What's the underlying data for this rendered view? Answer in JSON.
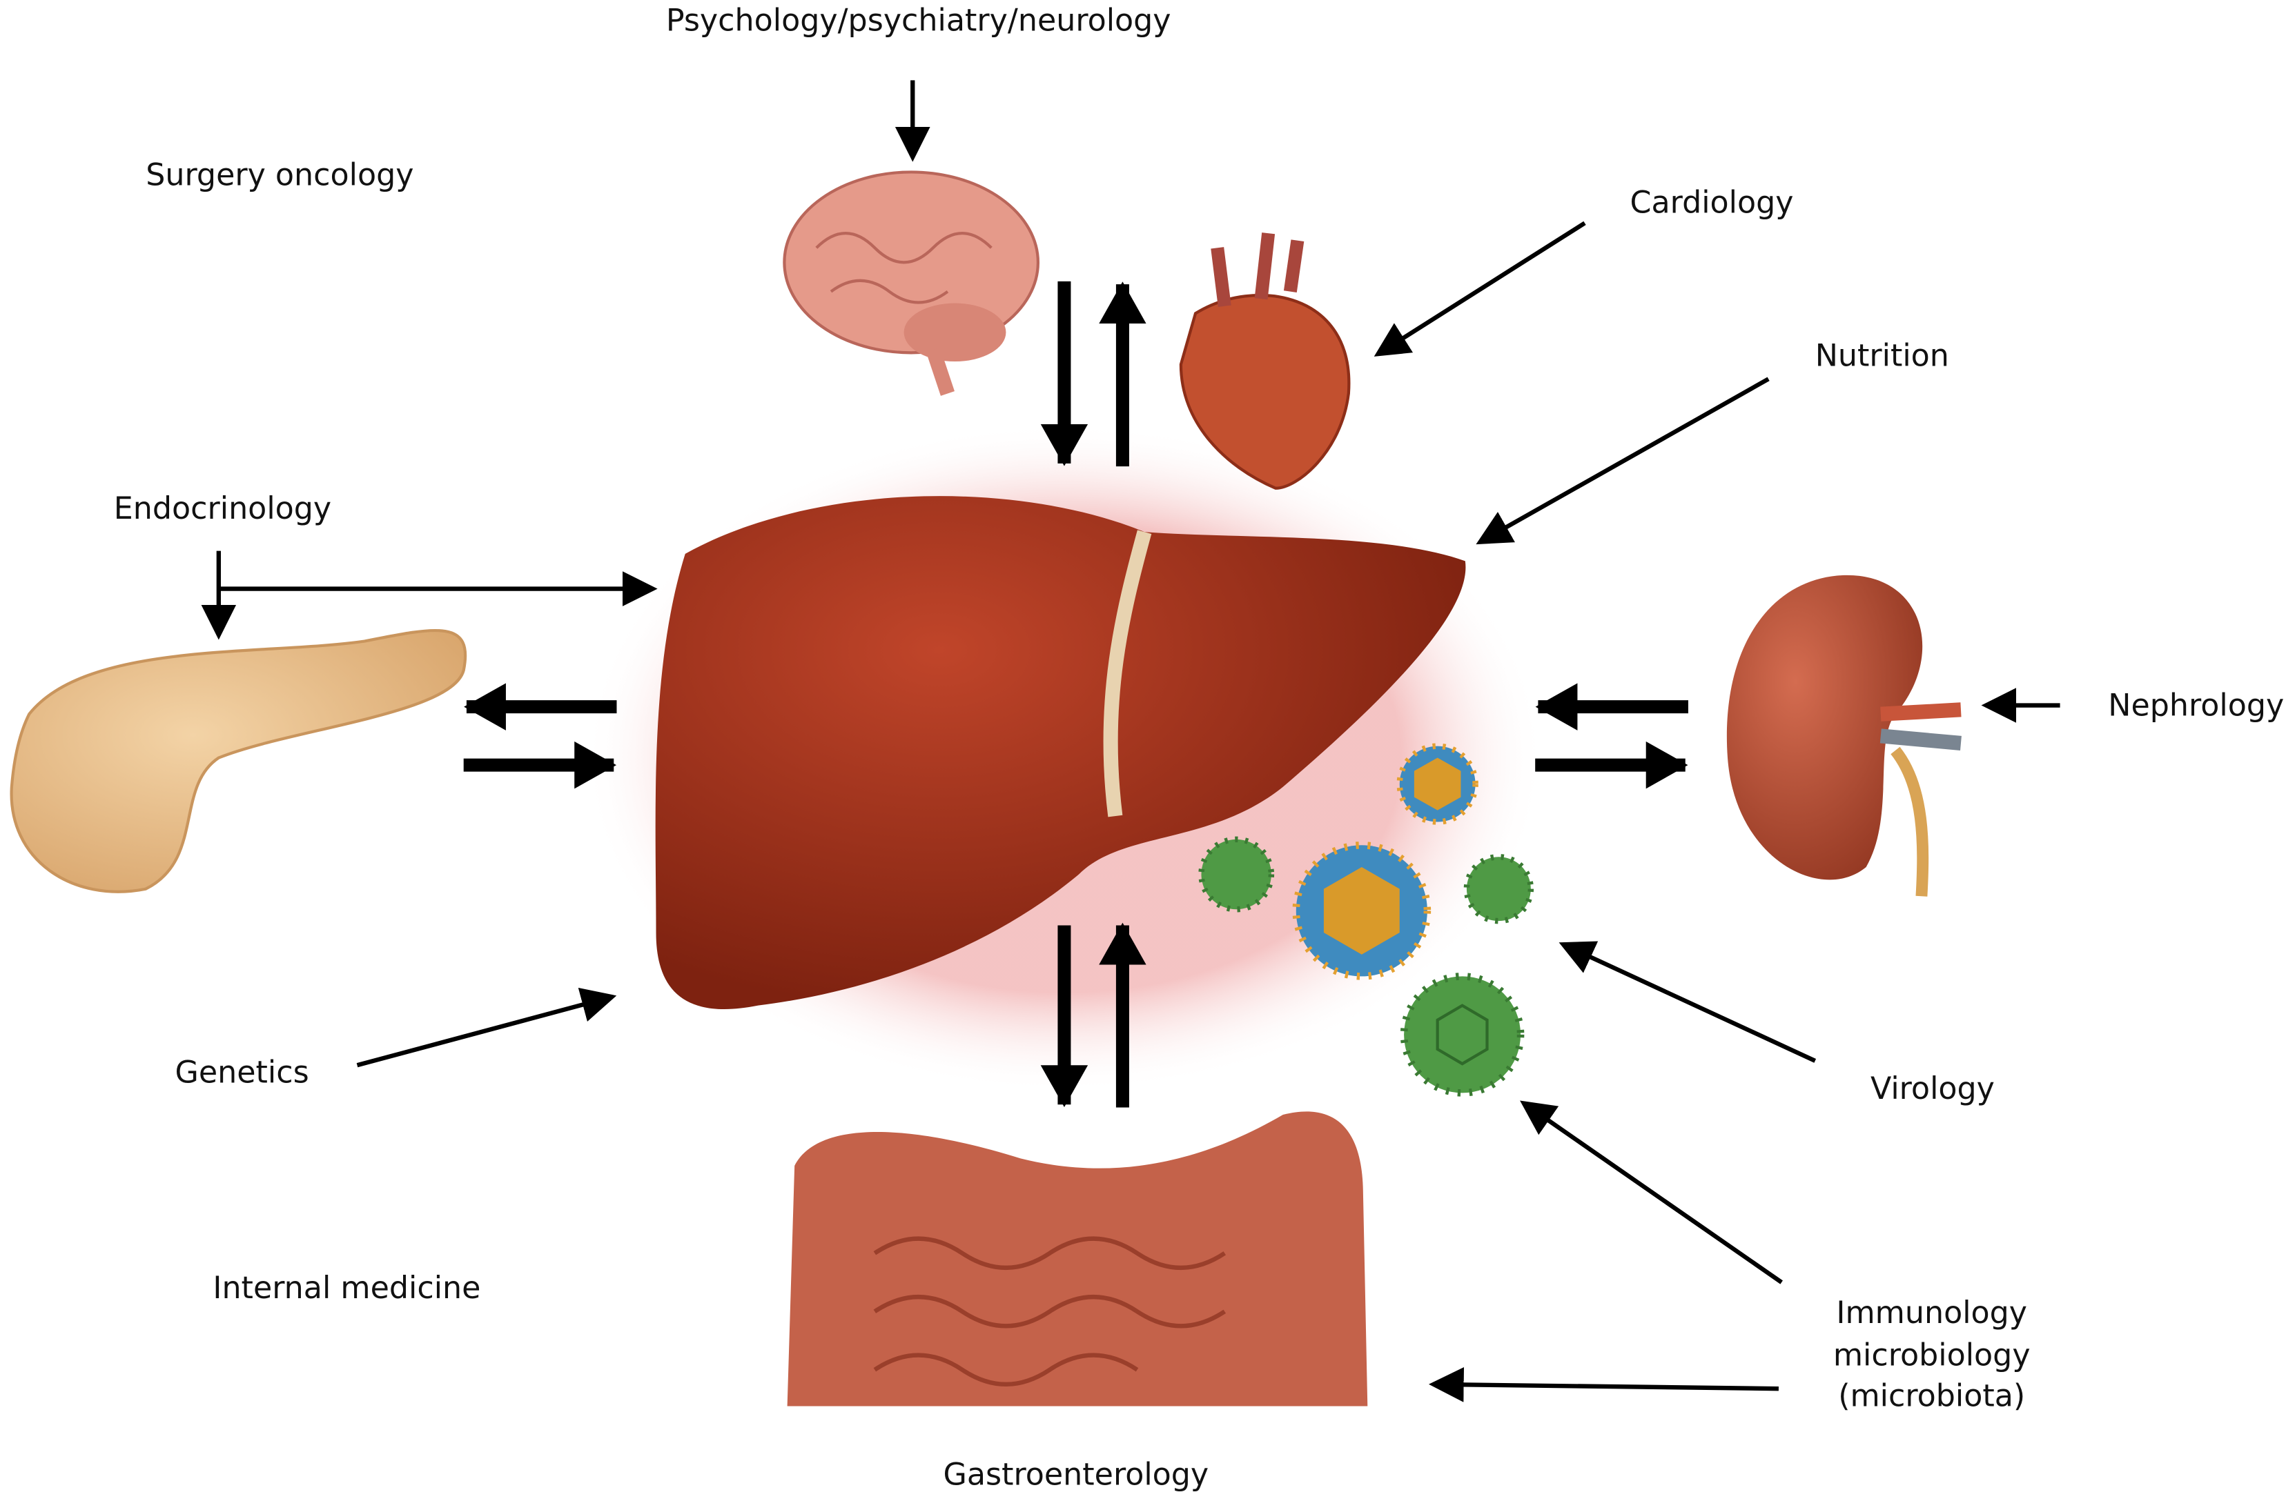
{
  "labels": {
    "psychology": "Psychology/psychiatry/neurology",
    "surgery": "Surgery oncology",
    "cardiology": "Cardiology",
    "nutrition": "Nutrition",
    "endocrinology": "Endocrinology",
    "nephrology": "Nephrology",
    "genetics": "Genetics",
    "virology": "Virology",
    "internal_medicine": "Internal medicine",
    "immunology": [
      "Immunology",
      "microbiology",
      "(microbiota)"
    ],
    "gastroenterology": "Gastroenterology"
  },
  "colors": {
    "liver": "#9b3019",
    "brain": "#e59a8a",
    "heart": "#c2502f",
    "pancreas": "#e8be8a",
    "kidney": "#b84e34",
    "intestine": "#c4624a",
    "virus_green": "#4f9a45",
    "virus_blue": "#3f8bbf",
    "virus_core": "#d99a2a"
  }
}
